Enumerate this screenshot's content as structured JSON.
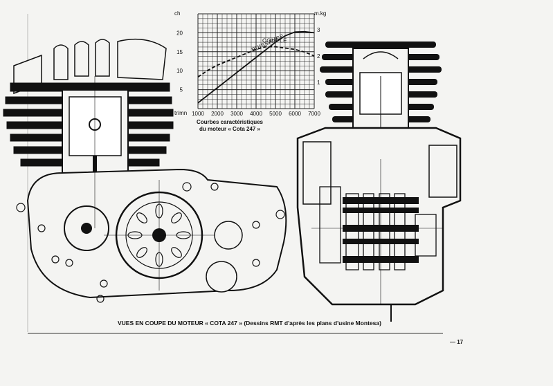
{
  "chart_data": {
    "type": "line",
    "title_lines": [
      "Courbes caractéristiques",
      "du moteur « Cota 247 »"
    ],
    "x_unit": "tr/mn",
    "y_left_unit": "ch",
    "y_right_unit": "m.kg",
    "x_ticks": [
      1000,
      2000,
      3000,
      4000,
      5000,
      6000,
      7000
    ],
    "y_left_ticks": [
      5,
      10,
      15,
      20
    ],
    "y_right_ticks": [
      1,
      2,
      3
    ],
    "xlim": [
      1000,
      7000
    ],
    "ylim_left": [
      0,
      25
    ],
    "ylim_right": [
      0,
      3.6
    ],
    "grid": true,
    "series": [
      {
        "name": "PUISSANCE",
        "axis": "left",
        "style": "solid",
        "x": [
          1000,
          1500,
          2000,
          2500,
          3000,
          3500,
          4000,
          4500,
          5000,
          5500,
          6000,
          6500,
          7000
        ],
        "y": [
          1.5,
          3.5,
          5.5,
          7.5,
          9.5,
          11.5,
          13.5,
          15.5,
          17.5,
          19.2,
          20.2,
          20.3,
          20.0
        ]
      },
      {
        "name": "COUPLE",
        "axis": "right",
        "style": "dashed",
        "x": [
          1000,
          1500,
          2000,
          2500,
          3000,
          3500,
          4000,
          4500,
          5000,
          5500,
          6000,
          6500,
          7000
        ],
        "y": [
          1.2,
          1.45,
          1.65,
          1.8,
          1.95,
          2.1,
          2.25,
          2.35,
          2.35,
          2.3,
          2.25,
          2.15,
          2.0
        ]
      }
    ]
  },
  "caption": "VUES EN COUPE DU MOTEUR « COTA 247 » (Dessins RMT d'après les plans d'usine Montesa)",
  "page_number": "— 17"
}
